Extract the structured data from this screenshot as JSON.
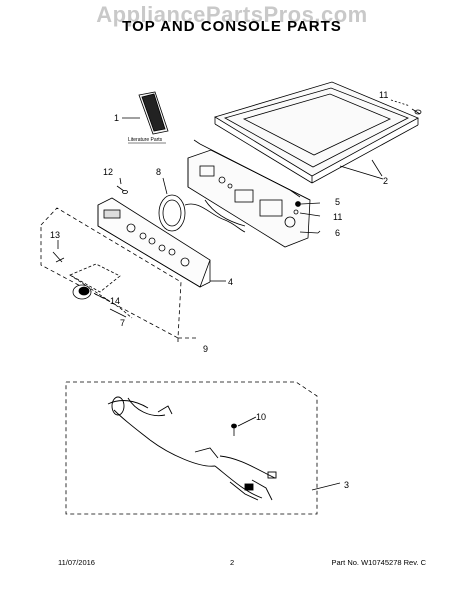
{
  "watermark": "AppliancePartsPros.com",
  "title": "TOP AND CONSOLE PARTS",
  "callouts": {
    "c1": "1",
    "c2": "2",
    "c3": "3",
    "c4": "4",
    "c5": "5",
    "c6": "6",
    "c7": "7",
    "c8": "8",
    "c9": "9",
    "c10": "10",
    "c11a": "11",
    "c11b": "11",
    "c12": "12",
    "c13": "13",
    "c14": "14"
  },
  "literature_label": "Literature Parts",
  "footer": {
    "date": "11/07/2016",
    "page": "2",
    "part": "Part No.  W10745278  Rev.  C"
  }
}
